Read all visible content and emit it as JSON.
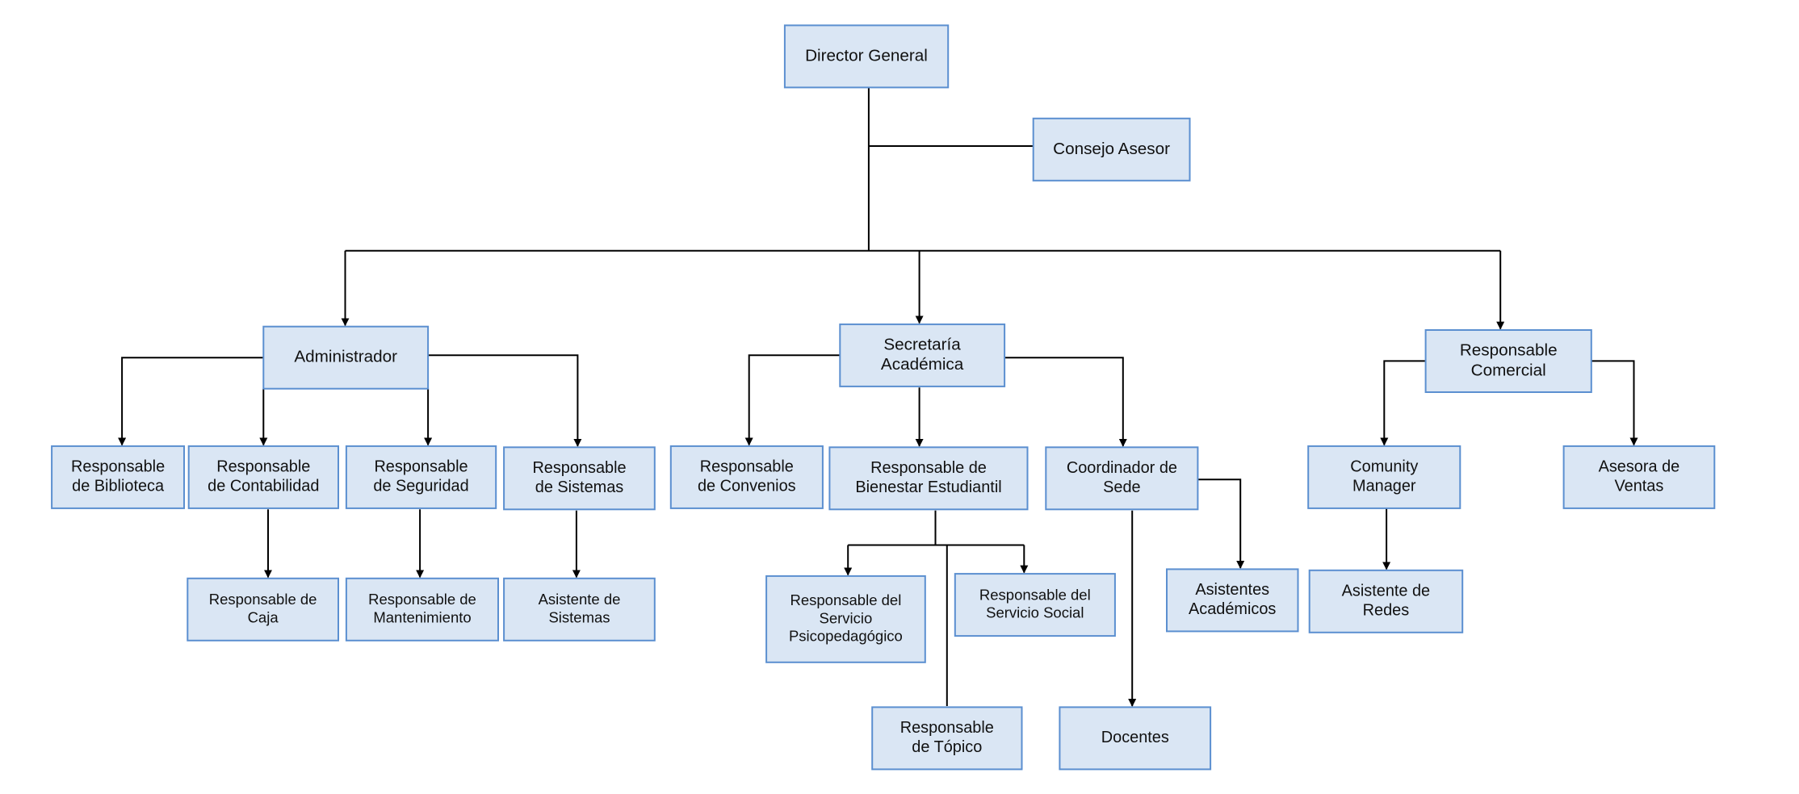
{
  "colors": {
    "box_fill": "#dae6f4",
    "box_border": "#5b8fd0",
    "line": "#000000",
    "text": "#111111"
  },
  "nodes": {
    "director_general": [
      "Director General"
    ],
    "consejo_asesor": [
      "Consejo Asesor"
    ],
    "administrador": [
      "Administrador"
    ],
    "secretaria_academica": [
      "Secretaría",
      "Académica"
    ],
    "responsable_comercial": [
      "Responsable",
      "Comercial"
    ],
    "resp_biblioteca": [
      "Responsable",
      "de Biblioteca"
    ],
    "resp_contabilidad": [
      "Responsable",
      "de Contabilidad"
    ],
    "resp_seguridad": [
      "Responsable",
      "de Seguridad"
    ],
    "resp_sistemas": [
      "Responsable",
      "de Sistemas"
    ],
    "resp_caja": [
      "Responsable de",
      "Caja"
    ],
    "resp_mantenimiento": [
      "Responsable de",
      "Mantenimiento"
    ],
    "asistente_sistemas": [
      "Asistente de",
      "Sistemas"
    ],
    "resp_convenios": [
      "Responsable",
      "de Convenios"
    ],
    "resp_bienestar": [
      "Responsable de",
      "Bienestar Estudiantil"
    ],
    "coordinador_sede": [
      "Coordinador de",
      "Sede"
    ],
    "resp_psicopedagogico": [
      "Responsable del",
      "Servicio",
      "Psicopedagógico"
    ],
    "resp_servicio_social": [
      "Responsable del",
      "Servicio Social"
    ],
    "resp_topico": [
      "Responsable",
      "de Tópico"
    ],
    "asistentes_academicos": [
      "Asistentes",
      "Académicos"
    ],
    "docentes": [
      "Docentes"
    ],
    "comunity_manager": [
      "Comunity",
      "Manager"
    ],
    "asesora_ventas": [
      "Asesora de",
      "Ventas"
    ],
    "asistente_redes": [
      "Asistente de",
      "Redes"
    ]
  }
}
